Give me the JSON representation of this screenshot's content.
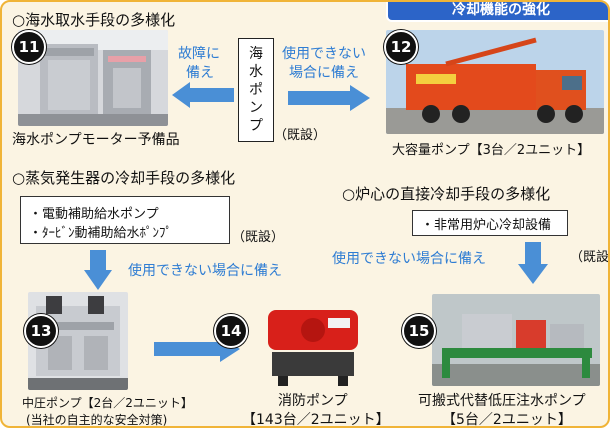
{
  "header": {
    "title": "冷却機能の強化"
  },
  "sections": {
    "seawater": "○海水取水手段の多様化",
    "steam_gen": "○蒸気発生器の冷却手段の多様化",
    "core": "○炉心の直接冷却手段の多様化"
  },
  "badges": {
    "b11": "11",
    "b12": "12",
    "b13": "13",
    "b14": "14",
    "b15": "15"
  },
  "seawater_pump": {
    "label": "海水ポンプ",
    "chars": [
      "海",
      "水",
      "ポ",
      "ン",
      "プ"
    ],
    "status": "（既設）"
  },
  "arrow_labels": {
    "failure_line1": "故障に",
    "failure_line2": "備え",
    "unusable_line1": "使用できない",
    "unusable_line2": "場合に備え",
    "unusable_sg": "使用できない場合に備え",
    "unusable_core": "使用できない場合に備え"
  },
  "captions": {
    "motor_spare": "海水ポンプモーター予備品",
    "large_pump": "大容量ポンプ【3台／2ユニット】",
    "medium_pump_1": "中圧ポンプ【2台／2ユニット】",
    "medium_pump_2": "(当社の自主的な安全対策)",
    "fire_pump_1": "消防ポンプ",
    "fire_pump_2": "【143台／2ユニット】",
    "portable_pump_1": "可搬式代替低圧注水ポンプ",
    "portable_pump_2": "【5台／2ユニット】"
  },
  "sg_box": {
    "line1": "・電動補助給水ポンプ",
    "line2": "・ﾀｰﾋﾞﾝ動補助給水ﾎﾟﾝﾌﾟ",
    "status": "（既設）"
  },
  "core_box": {
    "line1": "・非常用炉心冷却設備",
    "status": "（既設）"
  },
  "colors": {
    "accent_blue": "#2f7dd3",
    "arrow_blue": "#4a8fd6",
    "frame": "#f0b438",
    "banner": "#2c64c8"
  }
}
